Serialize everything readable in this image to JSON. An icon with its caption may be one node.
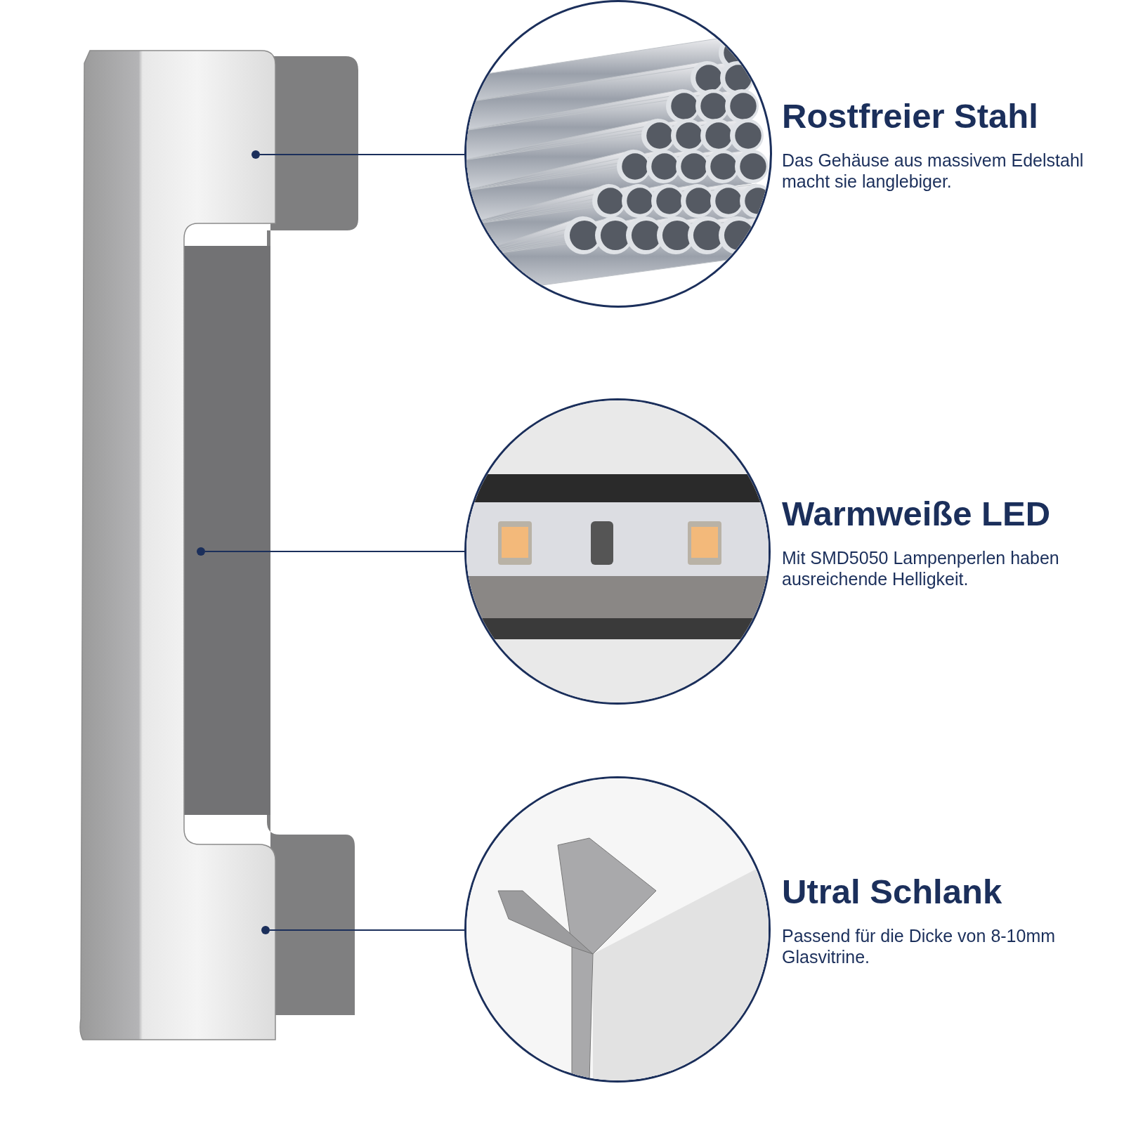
{
  "diagram": {
    "nodes": [
      {
        "text": [],
        "shape": "picture"
      },
      {
        "text": [],
        "shape": "circle",
        "in": 0
      },
      {
        "text": [],
        "shape": "circle",
        "in": 0
      },
      {
        "text": [],
        "shape": "circle",
        "in": 0
      },
      {
        "text": [],
        "shape": "picture",
        "beside": [
          "Rostfreier Stahl",
          "Das Gehäuse aus massivem Edelstahl macht sie langlebiger."
        ]
      },
      {
        "text": [],
        "shape": "picture",
        "beside": [
          "Warmweiße LED",
          "Mit SMD5050 Lampenperlen haben ausreichende Helligkeit."
        ]
      },
      {
        "text": [],
        "shape": "picture",
        "beside": [
          "Utral Schlank",
          "Passend für die Dicke von 8-10mm Glasvitrine."
        ]
      }
    ],
    "edges": [
      {
        "from": 1,
        "to": 4,
        "arrow": "none"
      },
      {
        "from": 2,
        "to": 5,
        "arrow": "none"
      },
      {
        "from": 3,
        "to": 6,
        "arrow": "none"
      }
    ]
  }
}
